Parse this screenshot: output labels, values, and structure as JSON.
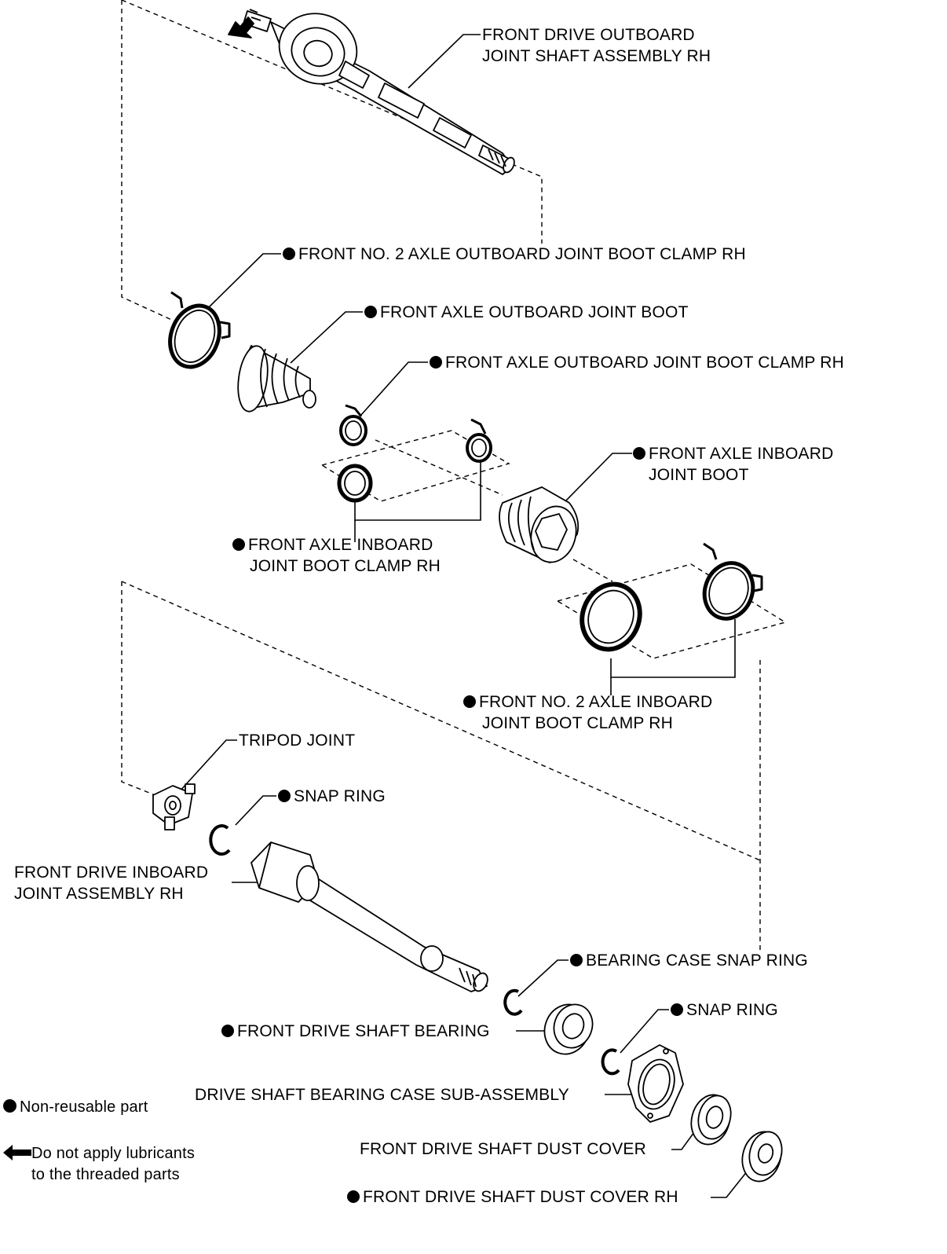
{
  "labels": {
    "outboard_shaft": {
      "line1": "FRONT DRIVE OUTBOARD",
      "line2": "JOINT SHAFT ASSEMBLY RH"
    },
    "no2_outboard_clamp": "FRONT NO. 2 AXLE OUTBOARD JOINT BOOT CLAMP RH",
    "outboard_boot": "FRONT AXLE OUTBOARD JOINT BOOT",
    "outboard_clamp": "FRONT AXLE OUTBOARD JOINT BOOT CLAMP RH",
    "inboard_boot": {
      "line1": "FRONT AXLE INBOARD",
      "line2": "JOINT BOOT"
    },
    "inboard_clamp": {
      "line1": "FRONT AXLE INBOARD",
      "line2": "JOINT BOOT CLAMP RH"
    },
    "no2_inboard_clamp": {
      "line1": "FRONT NO. 2 AXLE INBOARD",
      "line2": "JOINT BOOT CLAMP RH"
    },
    "tripod_joint": "TRIPOD JOINT",
    "snap_ring_1": "SNAP RING",
    "inboard_joint": {
      "line1": "FRONT DRIVE INBOARD",
      "line2": "JOINT ASSEMBLY RH"
    },
    "bearing_case_snap_ring": "BEARING CASE SNAP RING",
    "snap_ring_2": "SNAP RING",
    "shaft_bearing": "FRONT DRIVE SHAFT BEARING",
    "bearing_case": "DRIVE SHAFT BEARING CASE SUB-ASSEMBLY",
    "dust_cover": "FRONT DRIVE SHAFT DUST COVER",
    "dust_cover_rh": "FRONT DRIVE SHAFT DUST COVER RH"
  },
  "legend": {
    "non_reusable": "Non-reusable part",
    "no_lubricant": {
      "line1": "Do not apply lubricants",
      "line2": "to the threaded parts"
    }
  },
  "icons": {
    "non_reusable": "filled-circle-icon",
    "no_lubricant": "left-arrow-icon"
  }
}
